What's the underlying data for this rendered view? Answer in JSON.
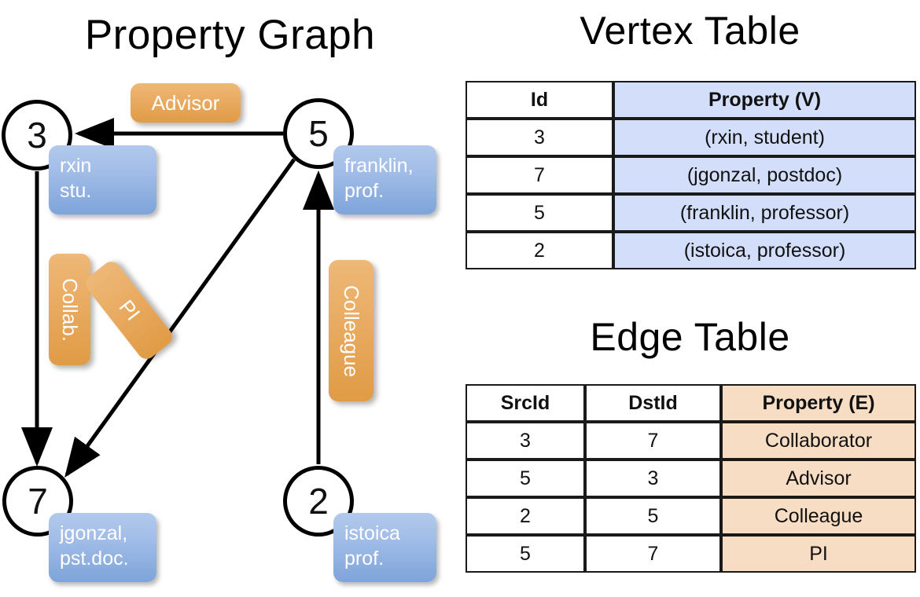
{
  "titles": {
    "graph": "Property Graph",
    "vertex_table": "Vertex Table",
    "edge_table": "Edge Table"
  },
  "graph": {
    "nodes": [
      {
        "id": "3",
        "label": "3",
        "property_lines": "rxin\nstu."
      },
      {
        "id": "5",
        "label": "5",
        "property_lines": "franklin,\nprof."
      },
      {
        "id": "7",
        "label": "7",
        "property_lines": "jgonzal,\npst.doc."
      },
      {
        "id": "2",
        "label": "2",
        "property_lines": "istoica\nprof."
      }
    ],
    "node_properties": {
      "n3_line1": "rxin",
      "n3_line2": "stu.",
      "n5_line1": "franklin,",
      "n5_line2": "prof.",
      "n7_line1": "jgonzal,",
      "n7_line2": "pst.doc.",
      "n2_line1": "istoica",
      "n2_line2": "prof."
    },
    "edge_labels": {
      "advisor": "Advisor",
      "collab": "Collab.",
      "pi": "PI",
      "colleague": "Colleague"
    },
    "edges": [
      {
        "src": "5",
        "dst": "3",
        "label": "Advisor"
      },
      {
        "src": "3",
        "dst": "7",
        "label": "Collab."
      },
      {
        "src": "5",
        "dst": "7",
        "label": "PI"
      },
      {
        "src": "2",
        "dst": "5",
        "label": "Colleague"
      }
    ]
  },
  "vertex_table": {
    "headers": [
      "Id",
      "Property (V)"
    ],
    "rows": [
      {
        "id": "3",
        "property": "(rxin, student)"
      },
      {
        "id": "7",
        "property": "(jgonzal, postdoc)"
      },
      {
        "id": "5",
        "property": "(franklin, professor)"
      },
      {
        "id": "2",
        "property": "(istoica, professor)"
      }
    ]
  },
  "edge_table": {
    "headers": [
      "SrcId",
      "DstId",
      "Property (E)"
    ],
    "rows": [
      {
        "src": "3",
        "dst": "7",
        "property": "Collaborator"
      },
      {
        "src": "5",
        "dst": "3",
        "property": "Advisor"
      },
      {
        "src": "2",
        "dst": "5",
        "property": "Colleague"
      },
      {
        "src": "5",
        "dst": "7",
        "property": "PI"
      }
    ]
  },
  "colors": {
    "vertex_property_fill": "#d2defa",
    "edge_property_fill": "#f7ddc3",
    "node_box_blue": "#a3bee8",
    "edge_label_orange": "#e9ab62",
    "stroke": "#000000"
  }
}
